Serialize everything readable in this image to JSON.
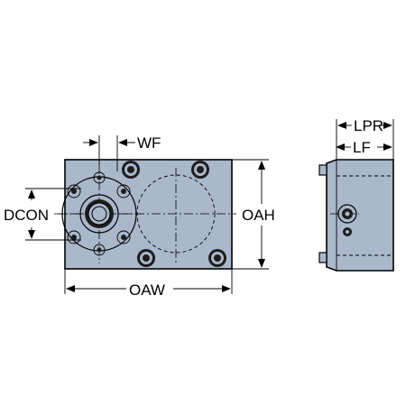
{
  "labels": {
    "wf": "WF",
    "dcon": "DCON",
    "oah": "OAH",
    "oaw": "OAW",
    "lpr": "LPR",
    "lf": "LF"
  },
  "colors": {
    "body": "#a9b8cb",
    "outline": "#000000",
    "dark": "#1d1d1d"
  }
}
